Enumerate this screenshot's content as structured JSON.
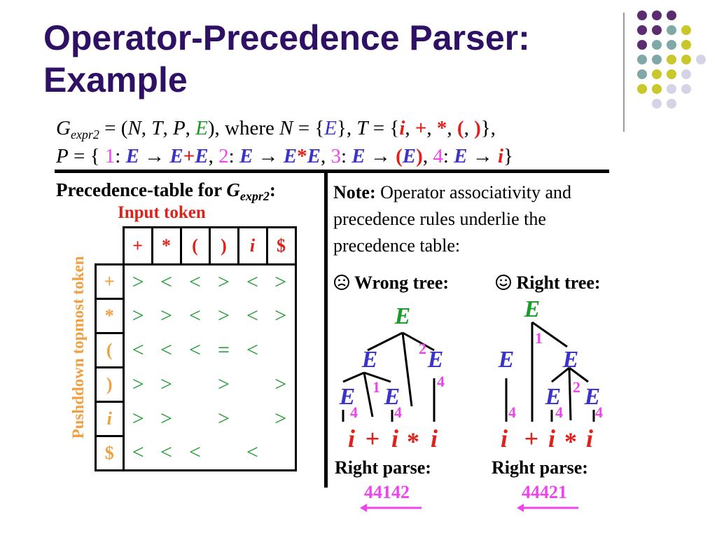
{
  "slide": {
    "title_line1": "Operator-Precedence Parser:",
    "title_line2": "Example"
  },
  "grammar": {
    "line1": {
      "g": "G",
      "sub": "expr2",
      "eq": " = (",
      "N": "N",
      "c1": ", ",
      "T": "T",
      "c2": ", ",
      "P": "P",
      "c3": ", ",
      "E": "E",
      "where": "), where ",
      "N2": "N",
      "eq2": " = {",
      "E2": "E",
      "close1": "}, ",
      "T2": "T",
      "eq3": " = {",
      "ti": "i",
      "tplus": "+",
      "tstar": "*",
      "tlp": "(",
      "trp": ")",
      "close2": "},",
      "sep": ", "
    },
    "line2": {
      "P": "P",
      "open": " = { ",
      "n1": "1",
      "r1lhs": "E",
      "r1rhs_a": "E",
      "r1rhs_op": "+",
      "r1rhs_b": "E",
      "n2": "2",
      "r2lhs": "E",
      "r2rhs_a": "E",
      "r2rhs_op": "*",
      "r2rhs_b": "E",
      "n3": "3",
      "r3lhs": "E",
      "r3rhs_lp": "(",
      "r3rhs_e": "E",
      "r3rhs_rp": ")",
      "n4": "4",
      "r4lhs": "E",
      "r4rhs": "i",
      "colon": ": ",
      "arrow": " → ",
      "comma": ", ",
      "close": "}"
    }
  },
  "precedence": {
    "title": "Precedence-table for ",
    "title_g": "G",
    "title_sub": "expr2",
    "title_colon": ":",
    "input_label": "Input token",
    "pushdown_label": "Pushddown topmost token",
    "columns": [
      "+",
      "*",
      "(",
      ")",
      "i",
      "$"
    ],
    "rows": [
      {
        "head": "+",
        "cells": [
          ">",
          "<",
          "<",
          ">",
          "<",
          ">"
        ]
      },
      {
        "head": "*",
        "cells": [
          ">",
          ">",
          "<",
          ">",
          "<",
          ">"
        ]
      },
      {
        "head": "(",
        "cells": [
          "<",
          "<",
          "<",
          "=",
          "<",
          ""
        ]
      },
      {
        "head": ")",
        "cells": [
          ">",
          ">",
          "",
          ">",
          "",
          ">"
        ]
      },
      {
        "head": "i",
        "cells": [
          ">",
          ">",
          "",
          ">",
          "",
          ">"
        ]
      },
      {
        "head": "$",
        "cells": [
          "<",
          "<",
          "<",
          "",
          "<",
          ""
        ]
      }
    ]
  },
  "note": {
    "label": "Note:",
    "text": " Operator associativity and precedence rules underlie the precedence table:"
  },
  "wrong_tree": {
    "icon": "frown-face-icon",
    "label": " Wrong tree:",
    "right_parse_label": "Right parse:",
    "right_parse_value": "44142"
  },
  "right_tree": {
    "icon": "smile-face-icon",
    "label": " Right tree:",
    "right_parse_label": "Right parse:",
    "right_parse_value": "44421"
  },
  "tree_symbols": {
    "E": "E",
    "i": "i",
    "plus": "+",
    "star": "*",
    "n1": "1",
    "n2": "2",
    "n4": "4"
  },
  "colors": {
    "title": "#2e1065",
    "green": "#1a9a2a",
    "red": "#e0201b",
    "blue": "#3b32c8",
    "magenta": "#ee44ee",
    "orange": "#f0a040"
  }
}
